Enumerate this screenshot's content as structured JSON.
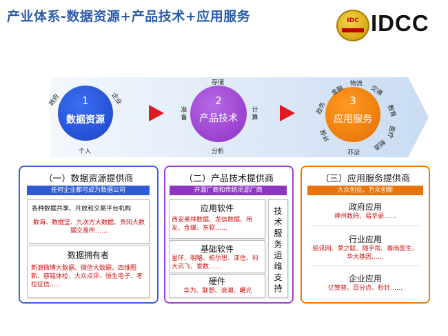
{
  "page": {
    "title": "产业体系-数据资源+产品技术+应用服务"
  },
  "logo": {
    "badge_text": "IDC",
    "text": "IDCC"
  },
  "stages": [
    {
      "number": "1",
      "label": "数据资源",
      "color": "#1f4ed8",
      "ring": [
        "政府",
        "企业",
        "个人"
      ]
    },
    {
      "number": "2",
      "label": "产品技术",
      "color": "#9b3fd0",
      "ring": [
        "存储",
        "准备",
        "计算",
        "分析"
      ]
    },
    {
      "number": "3",
      "label": "应用服务",
      "color": "#ef7c00",
      "ring": [
        "金融",
        "物流",
        "交通",
        "政务",
        "教育",
        "医疗",
        "制造",
        "农业",
        "环保"
      ]
    }
  ],
  "panels": {
    "data": {
      "heading": "（一）数据资源提供商",
      "bar": "任何企业都可成为数据公司",
      "color": "#1f4ed8",
      "box1_title": "各种数据共享、开放和交易平台机构",
      "box1_red": "数海、数据堂、九次方大数据、贵阳大数据交易所……",
      "box2_title": "数据拥有者",
      "box2_red": "新浪微博大数据、微信大数据、四维图新、慈铭体检、大众点评、恒生电子、考拉征信……"
    },
    "tech": {
      "heading": "（二）产品技术提供商",
      "bar": "开源厂商和传统闭源厂商",
      "color": "#9b3fd0",
      "software_title": "应用软件",
      "software_red": "西安美林数据、龙信数据、用友、金蝶、东软……",
      "base_title": "基础软件",
      "base_red": "星环、明略、拓尔思、亚信、科大讯飞、爱数……",
      "hw_title": "硬件",
      "hw_red": "华为、联想、浪潮、曙光",
      "side_label": "技术服务运维支持"
    },
    "app": {
      "heading": "（三）应用服务提供商",
      "bar": "大众创业、万众创新",
      "color": "#ef7c00",
      "gov_title": "政府应用",
      "gov_red": "神州数码、易华录……",
      "ind_title": "行业应用",
      "ind_red": "船讯网、荣之联、随手房、春雨医生、华大基因……",
      "ent_title": "企业应用",
      "ent_red": "亿赞普、百分点、秒针……"
    }
  }
}
